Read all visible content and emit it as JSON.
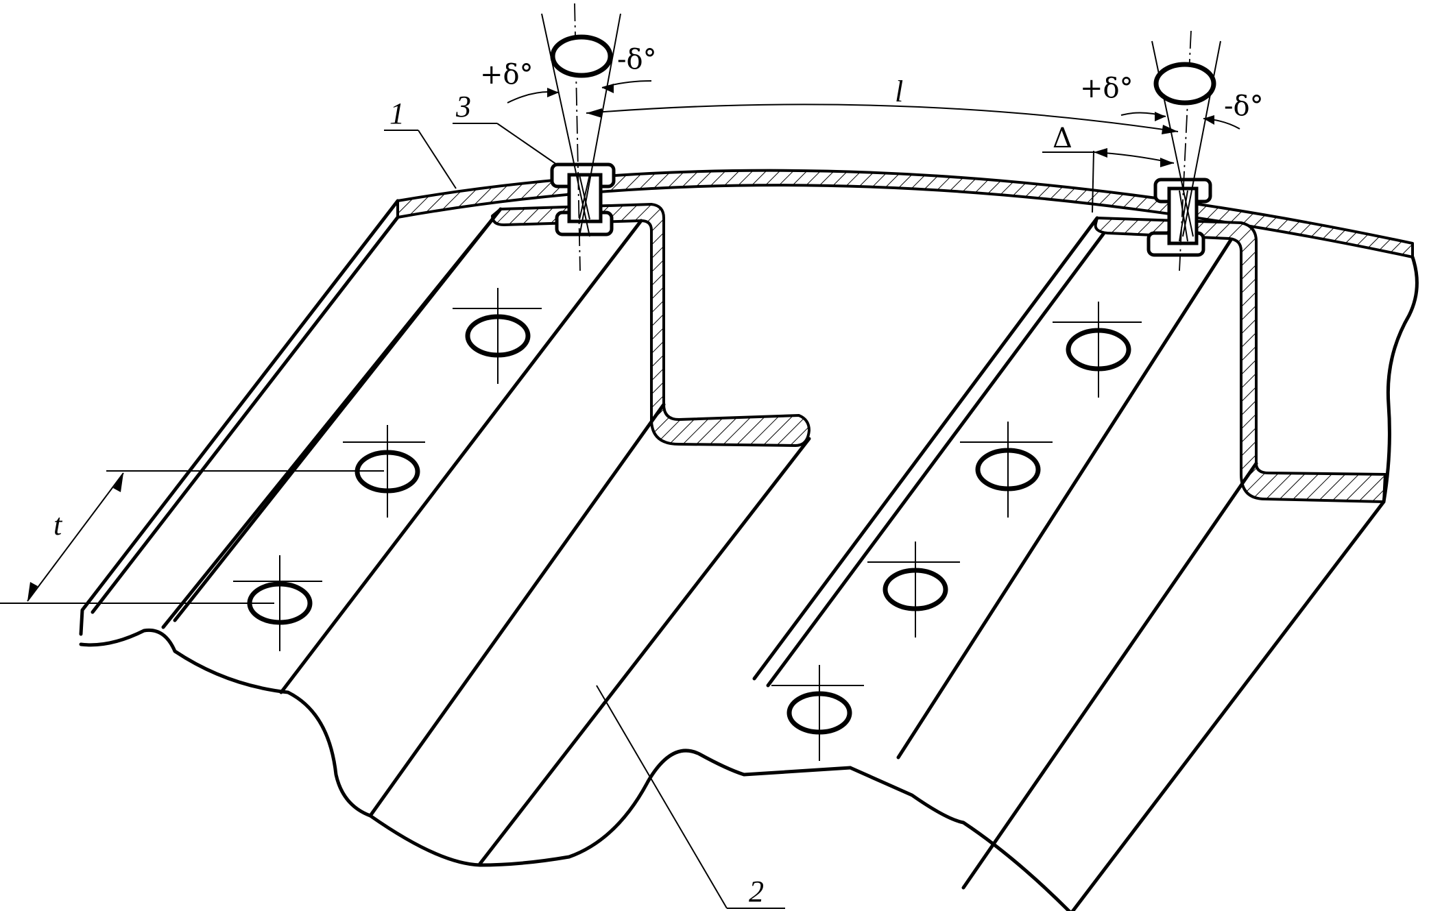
{
  "labels": {
    "part_1": "1",
    "part_2": "2",
    "part_3": "3",
    "length": "l",
    "pitch": "t",
    "gap": "Δ",
    "left_plus_angle": "+δ°",
    "left_minus_angle": "-δ°",
    "right_plus_angle": "+δ°",
    "right_minus_angle": "-δ°"
  }
}
